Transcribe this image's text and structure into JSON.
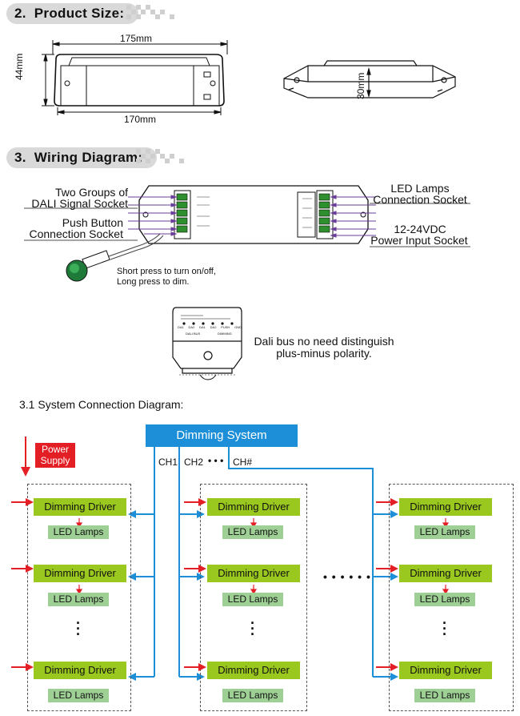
{
  "section2": {
    "num": "2.",
    "title": "Product Size:"
  },
  "section3": {
    "num": "3.",
    "title": "Wiring Diagram:"
  },
  "product_size": {
    "width_top": "175mm",
    "width_bottom": "170mm",
    "height_left": "44mm",
    "height_side": "30mm"
  },
  "wiring": {
    "dali_label_1": "Two Groups of",
    "dali_label_2": "DALI Signal Socket",
    "push_label_1": "Push Button",
    "push_label_2": "Connection Socket",
    "led_label_1": "LED Lamps",
    "led_label_2": "Connection Socket",
    "power_label_1": "12-24VDC",
    "power_label_2": "Power Input Socket",
    "press_note_1": "Short press to turn on/off,",
    "press_note_2": "Long press to dim.",
    "dali_note_1": "Dali bus no need distinguish",
    "dali_note_2": "plus-minus polarity.",
    "terminal_labels": [
      "DA1",
      "DA2",
      "DA1",
      "DA2",
      "PUSH",
      "GND"
    ],
    "terminal_group_1": "DALI BUS",
    "terminal_group_2": "DIMMING"
  },
  "system": {
    "title": "3.1 System Connection Diagram:",
    "dimming_system": "Dimming System",
    "ch1": "CH1",
    "ch2": "CH2",
    "ellipsis": "• • •",
    "chn": "CH#",
    "power_supply_1": "Power",
    "power_supply_2": "Supply",
    "driver_label": "Dimming Driver",
    "lamps_label": "LED Lamps",
    "middle_dots": "• • • • • •",
    "colors": {
      "blue": "#1c8fd8",
      "red": "#e31e24",
      "green": "#9ac81e",
      "light_green": "#9ecf95"
    }
  }
}
